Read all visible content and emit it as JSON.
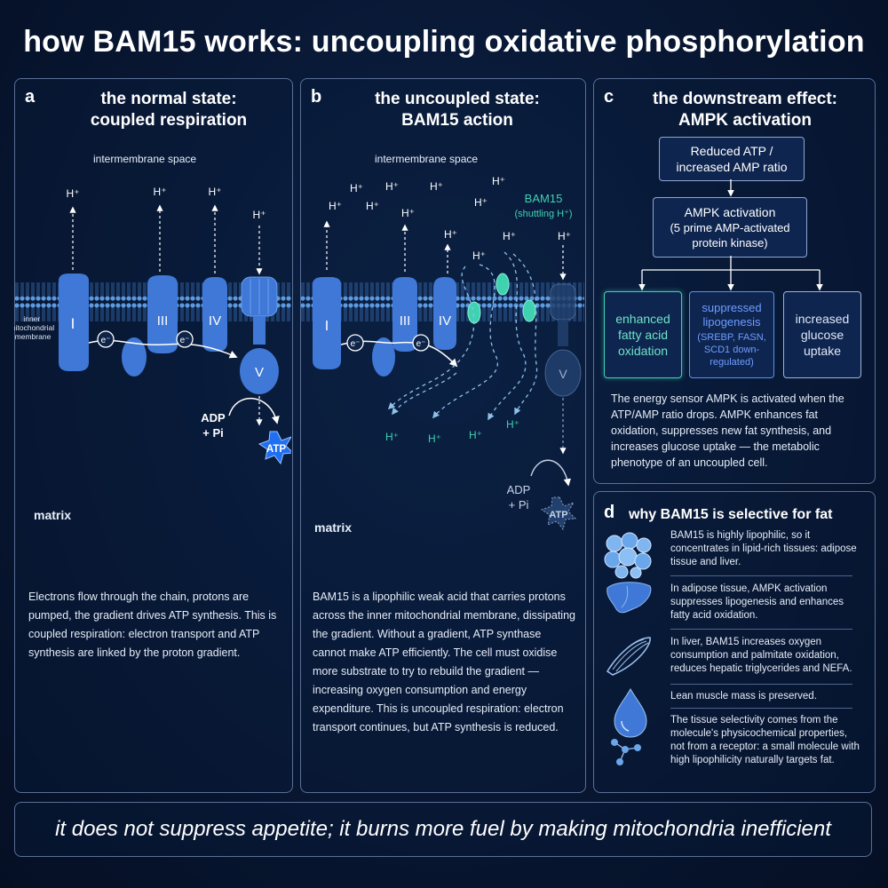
{
  "title": "how BAM15 works: uncoupling oxidative phosphorylation",
  "panel_a": {
    "label": "a",
    "title_line1": "the normal state:",
    "title_line2": "coupled respiration",
    "intermembrane": "intermembrane space",
    "membrane_label": [
      "inner",
      "mitochondrial",
      "membrane"
    ],
    "complexes": [
      "I",
      "III",
      "IV",
      "V"
    ],
    "electron": "e⁻",
    "proton": "H⁺",
    "adp": "ADP",
    "pi": "+ Pi",
    "atp": "ATP",
    "matrix": "matrix",
    "text": "Electrons flow through the chain, protons are pumped, the gradient drives ATP synthesis. This is coupled respiration: electron transport and ATP synthesis are linked by the proton gradient."
  },
  "panel_b": {
    "label": "b",
    "title_line1": "the uncoupled state:",
    "title_line2": "BAM15 action",
    "intermembrane": "intermembrane space",
    "bam15_label": "BAM15",
    "bam15_sub": "(shuttling H⁺)",
    "complexes": [
      "I",
      "III",
      "IV",
      "V"
    ],
    "electron": "e⁻",
    "proton": "H⁺",
    "adp": "ADP",
    "pi": "+ Pi",
    "atp": "ATP",
    "matrix": "matrix",
    "text": "BAM15 is a lipophilic weak acid that carries protons across the inner mitochondrial membrane, dissipating the gradient. Without a gradient, ATP synthase cannot make ATP efficiently. The cell must oxidise more substrate to try to rebuild the gradient — increasing oxygen consumption and energy expenditure. This is uncoupled respiration: electron transport continues, but ATP synthesis is reduced."
  },
  "panel_c": {
    "label": "c",
    "title_line1": "the downstream effect:",
    "title_line2": "AMPK activation",
    "box1": [
      "Reduced ATP /",
      "increased AMP ratio"
    ],
    "box2": [
      "AMPK activation",
      "(5 prime AMP-activated",
      "protein kinase)"
    ],
    "effect1": [
      "enhanced",
      "fatty acid",
      "oxidation"
    ],
    "effect2_title": [
      "suppressed",
      "lipogenesis"
    ],
    "effect2_sub": [
      "(SREBP, FASN,",
      "SCD1 down-",
      "regulated)"
    ],
    "effect3": [
      "increased",
      "glucose",
      "uptake"
    ],
    "text": "The energy sensor AMPK is activated when the ATP/AMP ratio drops. AMPK enhances fat oxidation, suppresses new fat synthesis, and increases glucose uptake — the metabolic phenotype of an uncoupled cell."
  },
  "panel_d": {
    "label": "d",
    "title": "why BAM15 is selective for fat",
    "items": [
      "BAM15 is highly lipophilic, so it concentrates in lipid-rich tissues: adipose tissue and liver.",
      "In adipose tissue, AMPK activation suppresses lipogenesis and enhances fatty acid oxidation.",
      "In liver, BAM15 increases oxygen consumption and palmitate oxidation, reduces hepatic triglycerides and NEFA.",
      "Lean muscle mass is preserved.",
      "The tissue selectivity comes from the molecule's physicochemical properties, not from a receptor: a small molecule with high lipophilicity naturally targets fat."
    ],
    "icons": [
      "fat-cells-icon",
      "liver-icon",
      "muscle-icon",
      "droplet-molecule-icon"
    ]
  },
  "footer": "it does not suppress appetite; it burns more fuel by making mitochondria inefficient",
  "colors": {
    "background": "#081733",
    "protein": "#3f78d6",
    "bam15": "#3fd2b0",
    "membrane": "#4d8fd8",
    "panel_border": "#5a6f96"
  }
}
